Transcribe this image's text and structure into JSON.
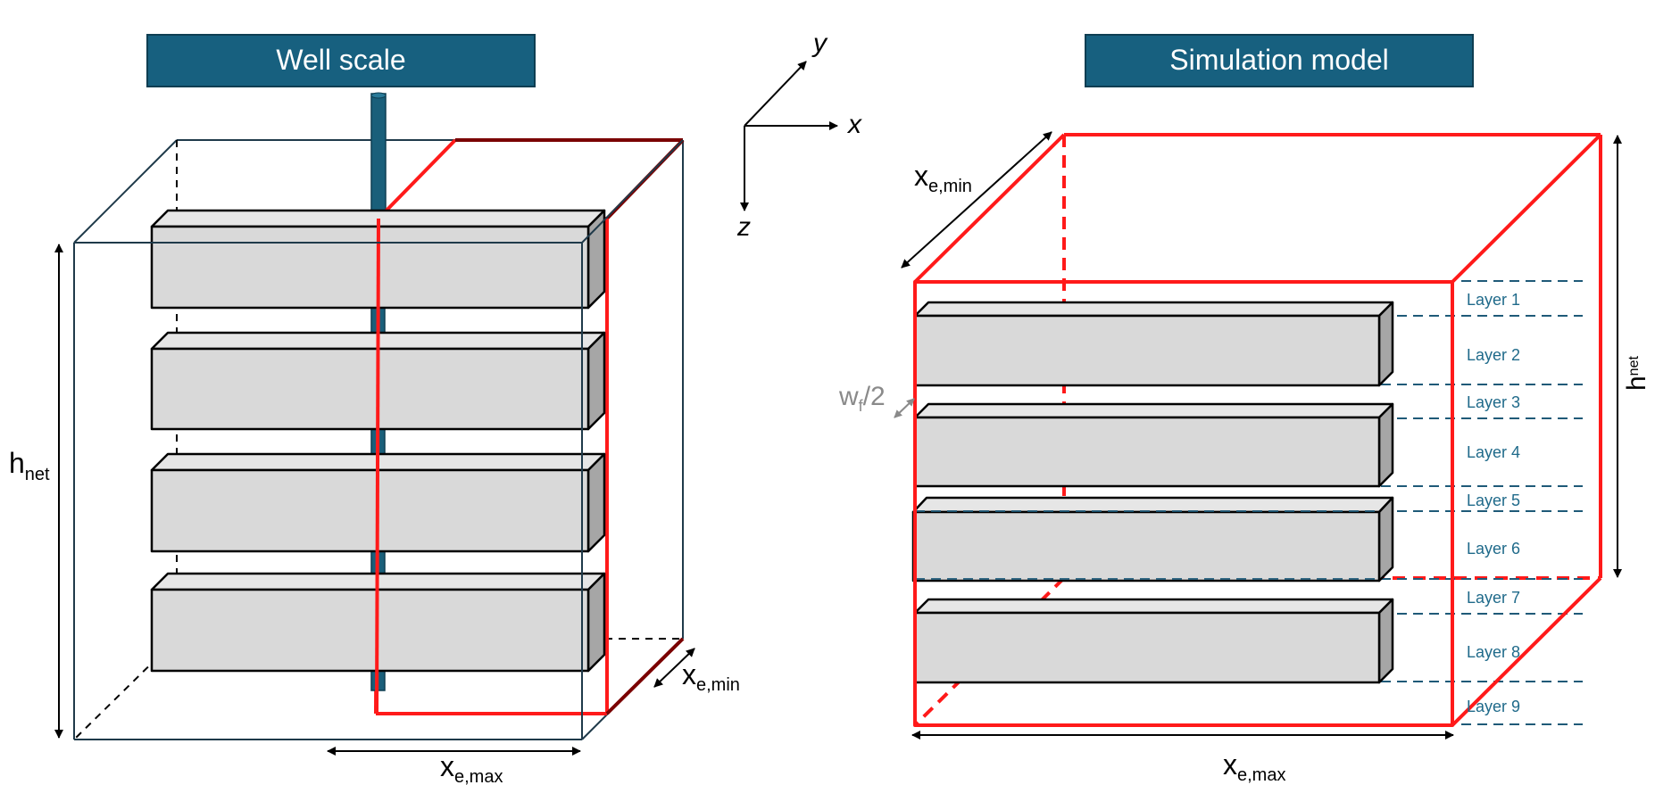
{
  "colors": {
    "banner": "#17607f",
    "frame_red": "#ff1a1a",
    "frame_dark": "#1f3a4a",
    "fracture_face": "#d9d9d9",
    "fracture_side": "#a6a6a6",
    "well": "#1a5f7a",
    "layer_text": "#1f6a8a"
  },
  "left_panel": {
    "title": "Well scale",
    "h_label_main": "h",
    "h_label_sub": "net",
    "xe_min_main": "x",
    "xe_min_sub": "e,min",
    "xe_max_main": "x",
    "xe_max_sub": "e,max"
  },
  "axes": {
    "x": "x",
    "y": "y",
    "z": "z"
  },
  "right_panel": {
    "title": "Simulation model",
    "xe_min_main": "x",
    "xe_min_sub": "e,min",
    "xe_max_main": "x",
    "xe_max_sub": "e,max",
    "h_label_main": "h",
    "h_label_sub": "net",
    "wf_main": "w",
    "wf_sub": "f",
    "wf_suffix": "/2",
    "layers": [
      "Layer 1",
      "Layer 2",
      "Layer 3",
      "Layer 4",
      "Layer 5",
      "Layer 6",
      "Layer 7",
      "Layer 8",
      "Layer 9"
    ]
  }
}
